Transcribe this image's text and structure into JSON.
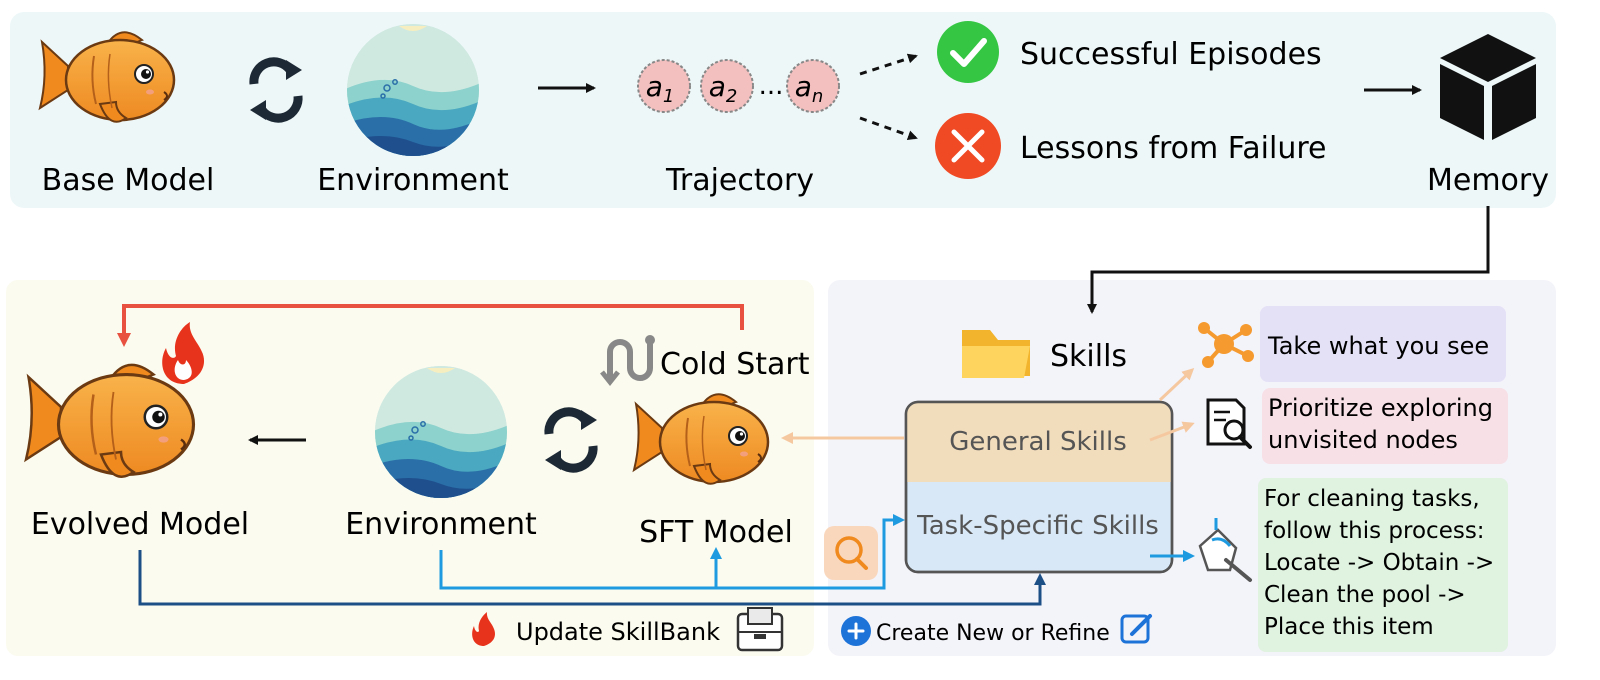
{
  "top": {
    "base_model": "Base Model",
    "environment": "Environment",
    "trajectory": "Trajectory",
    "actions": [
      {
        "sym": "a",
        "sub": "1"
      },
      {
        "sym": "a",
        "sub": "2"
      },
      {
        "sym": "a",
        "sub": "n"
      }
    ],
    "ellipsis": "...",
    "successful": "Successful Episodes",
    "failure": "Lessons from Failure",
    "memory": "Memory"
  },
  "bottom": {
    "cold_start": "Cold Start",
    "evolved_model": "Evolved Model",
    "environment": "Environment",
    "sft_model": "SFT Model",
    "update_skillbank": "Update SkillBank",
    "create_refine": "Create New or Refine"
  },
  "skills": {
    "title": "Skills",
    "general": "General Skills",
    "task_specific": "Task-Specific Skills",
    "take_what": "Take what you see",
    "prioritize_1": "Prioritize exploring",
    "prioritize_2": "unvisited nodes",
    "cleaning_lines": [
      "For cleaning tasks,",
      "follow this process:",
      "Locate -> Obtain ->",
      "Clean the pool ->",
      "Place this item"
    ]
  },
  "colors": {
    "top_panel": "#eef7f8",
    "left_panel": "#fbfbef",
    "right_panel": "#f3f3fa",
    "red_arrow": "#e8503f",
    "blue_arrow": "#1e9be0",
    "navy_arrow": "#1c4f86",
    "peach_arrow": "#f5c8a0",
    "general_box": "#f1dcbc",
    "task_box": "#d8e8f6",
    "take_box": "#e4e0f6",
    "prioritize_box": "#f7e0e6",
    "cleaning_box": "#e0f2e0",
    "success": "#35c744",
    "fail": "#ef4a24",
    "fish": "#f59a2e"
  }
}
